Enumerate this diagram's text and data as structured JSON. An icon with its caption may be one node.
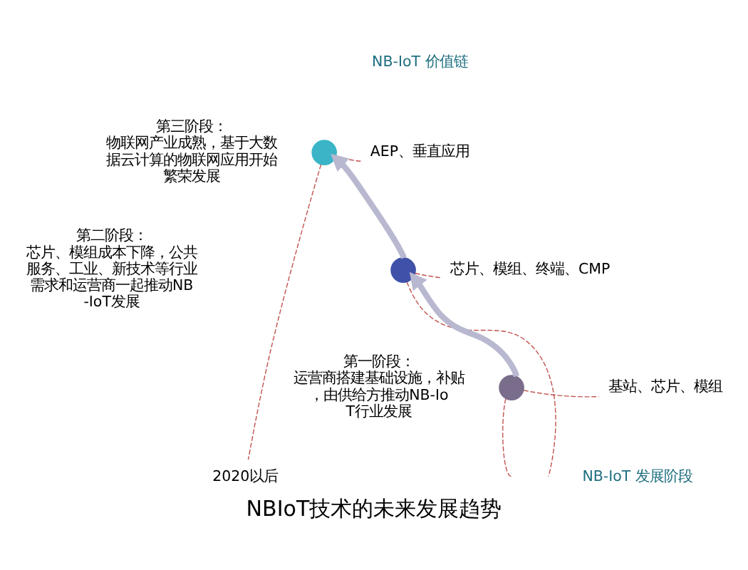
{
  "diagram": {
    "caption": "NBIoT技术的未来发展趋势",
    "nodes": [
      {
        "text": [
          "第三阶段：",
          "物联网产业成熟，基于大数据云计算的物联网应用开始繁荣发展"
        ]
      },
      {
        "text": [
          "第二阶段：",
          "芯片、模组成本下降，公共服务、工业、新技术等行业需求和运营商一起推动NB-IoT发展"
        ]
      },
      {
        "text": [
          "第一阶段：",
          "运营商搭建基础设施，补贴，由供给方推动NB-IoT行业发展"
        ]
      },
      {
        "text": [],
        "shape": "circle"
      },
      {
        "text": [],
        "shape": "circle"
      },
      {
        "text": [],
        "shape": "circle"
      },
      {
        "text": [
          "AEP、垂直应用"
        ]
      },
      {
        "text": [
          "芯片、模组、终端、CMP"
        ]
      },
      {
        "text": [
          "基站、芯片、模组"
        ]
      },
      {
        "text": [
          "2020以后"
        ]
      }
    ],
    "edges": [
      {
        "from": 5,
        "to": 4,
        "arrow": "to",
        "style": "thick",
        "color": "#b8b8d0"
      },
      {
        "from": 4,
        "to": 3,
        "arrow": "to",
        "style": "thick",
        "color": "#b8b8d0"
      },
      {
        "from": 3,
        "to": 6,
        "arrow": "none",
        "style": "dashed"
      },
      {
        "from": 4,
        "to": 7,
        "arrow": "none",
        "style": "dashed"
      },
      {
        "from": 5,
        "to": 8,
        "arrow": "none",
        "style": "dashed"
      },
      {
        "from": 3,
        "to": 9,
        "arrow": "none",
        "style": "dashed"
      },
      {
        "from": 4,
        "to": null,
        "arrow": "none",
        "style": "dashed"
      },
      {
        "from": 5,
        "to": null,
        "arrow": "none",
        "style": "dashed"
      }
    ],
    "labels": [
      "NB-IoT 价值链",
      "NB-IoT 发展阶段"
    ]
  }
}
